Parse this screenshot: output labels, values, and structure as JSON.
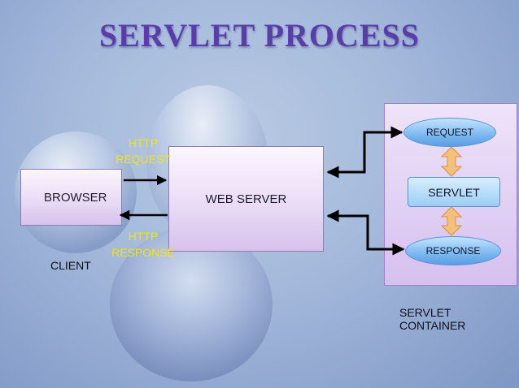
{
  "title": "SERVLET PROCESS",
  "browser": {
    "label": "BROWSER"
  },
  "web_server": {
    "label": "WEB SERVER"
  },
  "client_label": "CLIENT",
  "http_request": {
    "line1": "HTTP",
    "line2": "REQUEST"
  },
  "http_response": {
    "line1": "HTTP",
    "line2": "RESPONSE"
  },
  "container": {
    "label": "SERVLET CONTAINER",
    "request": "REQUEST",
    "servlet": "SERVLET",
    "response": "RESPONSE"
  },
  "colors": {
    "title": "#5a3ea8",
    "http_labels": "#f1e21a",
    "arrows": "#000000",
    "double_arrows": "#f6c07a"
  }
}
